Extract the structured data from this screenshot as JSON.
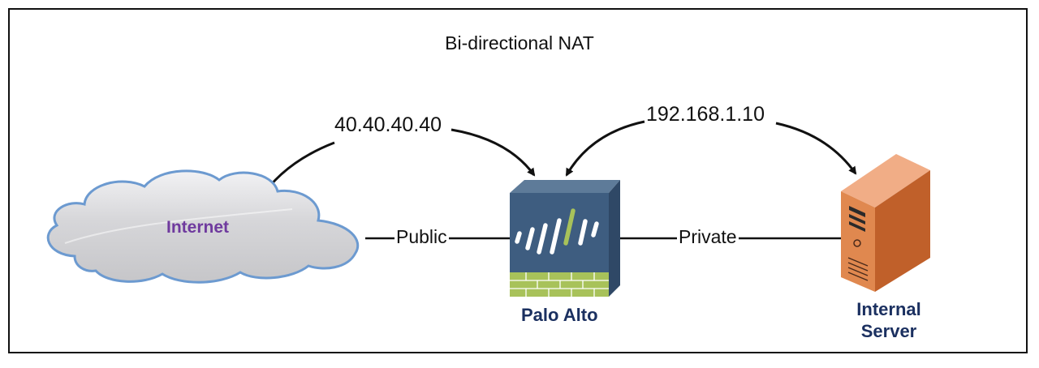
{
  "diagram": {
    "title": "Bi-directional NAT",
    "public_ip": "40.40.40.40",
    "private_ip": "192.168.1.10",
    "link_public": "Public",
    "link_private": "Private",
    "nodes": {
      "internet": "Internet",
      "firewall": "Palo Alto",
      "server_line1": "Internal",
      "server_line2": "Server"
    }
  },
  "colors": {
    "internet_label": "#6f3a9e",
    "device_label": "#1b3060",
    "cloud_fill": "#cfcfd2",
    "cloud_stroke": "#6c9ad0",
    "firewall_front": "#3e5d80",
    "firewall_wall": "#a8c25a",
    "server_front": "#d9773f"
  }
}
